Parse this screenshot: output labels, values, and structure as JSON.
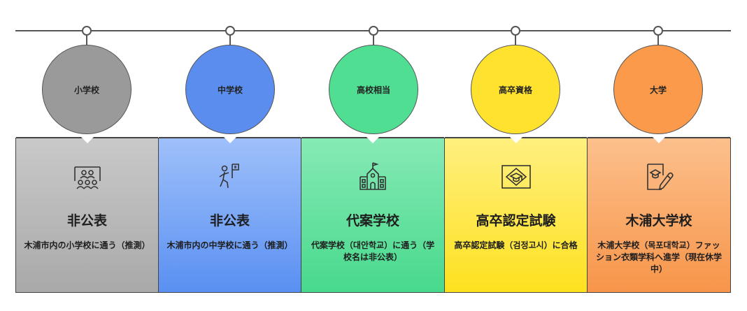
{
  "stages": [
    {
      "circle_label": "小学校",
      "title": "非公表",
      "description": "木浦市内の小学校に通う（推測）",
      "icon": "classroom-icon",
      "colors": {
        "circle": "#9a9a9a",
        "panel_top": "#c9c9c9",
        "panel_bottom": "#a9a9a9"
      }
    },
    {
      "circle_label": "中学校",
      "title": "非公表",
      "description": "木浦市内の中学校に通う（推測）",
      "icon": "student-walking-icon",
      "colors": {
        "circle": "#5b8def",
        "panel_top": "#9fc0fa",
        "panel_bottom": "#5a90f2"
      }
    },
    {
      "circle_label": "高校相当",
      "title": "代案学校",
      "description": "代案学校（대안학교）に通う（学校名は非公表）",
      "icon": "school-building-icon",
      "colors": {
        "circle": "#4fde92",
        "panel_top": "#86eab5",
        "panel_bottom": "#48d98c"
      }
    },
    {
      "circle_label": "高卒資格",
      "title": "高卒認定試験",
      "description": "高卒認定試験（검정고시）に合格",
      "icon": "diploma-icon",
      "colors": {
        "circle": "#ffe22e",
        "panel_top": "#fff080",
        "panel_bottom": "#fde11f"
      }
    },
    {
      "circle_label": "大学",
      "title": "木浦大学校",
      "description": "木浦大学校（목포대학교）ファッション衣類学科へ進学（現在休学中）",
      "icon": "university-pen-icon",
      "colors": {
        "circle": "#fa9a4a",
        "panel_top": "#fcc08c",
        "panel_bottom": "#f7954a"
      }
    }
  ]
}
